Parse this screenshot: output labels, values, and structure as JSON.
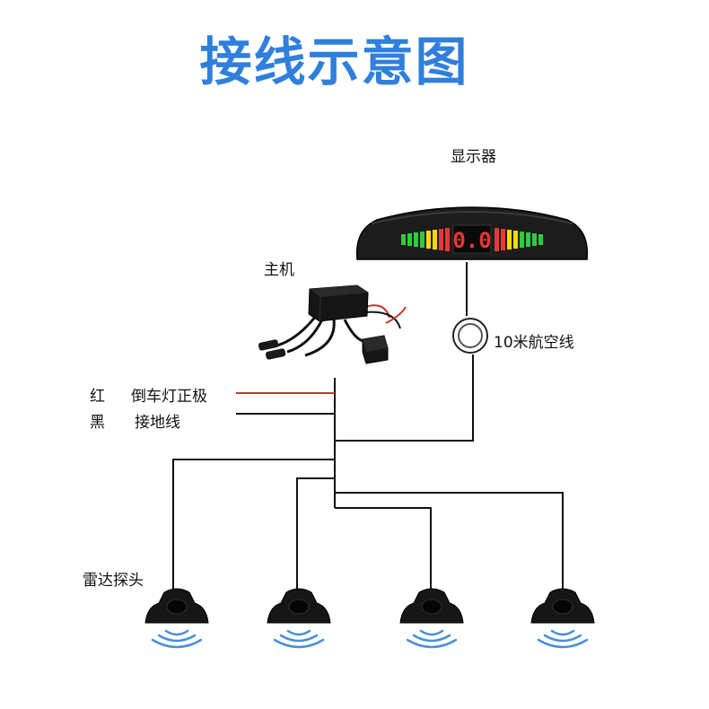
{
  "title": "接线示意图",
  "labels": {
    "display": "显示器",
    "control_unit": "主机",
    "cable": "10米航空线",
    "red_wire": "红",
    "red_wire_desc": "倒车灯正极",
    "black_wire": "黑",
    "black_wire_desc": "接地线",
    "probes": "雷达探头"
  },
  "display_readout": "0.0",
  "colors": {
    "title": "#2f7fdc",
    "red_wire": "#c0392b",
    "black_wire": "#111111",
    "led_green": "#2ecc40",
    "led_yellow": "#f5d90a",
    "led_red": "#e53935",
    "wave": "#4a8fd8"
  }
}
